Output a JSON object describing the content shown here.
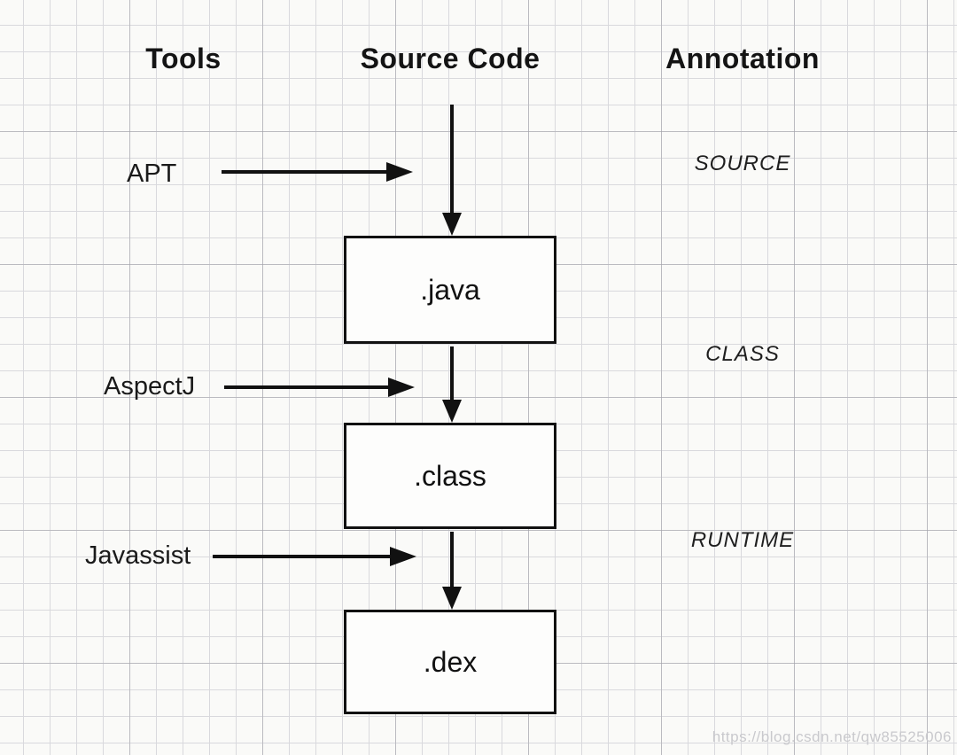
{
  "diagram": {
    "headers": [
      {
        "label": "Tools"
      },
      {
        "label": "Source Code"
      },
      {
        "label": "Annotation"
      }
    ],
    "tools": [
      {
        "label": "APT"
      },
      {
        "label": "AspectJ"
      },
      {
        "label": "Javassist"
      }
    ],
    "stages": [
      {
        "label": ".java"
      },
      {
        "label": ".class"
      },
      {
        "label": ".dex"
      }
    ],
    "annotations": [
      {
        "label": "SOURCE"
      },
      {
        "label": "CLASS"
      },
      {
        "label": "RUNTIME"
      }
    ],
    "watermark": "https://blog.csdn.net/qw85525006",
    "colors": {
      "stroke": "#111111",
      "paper": "#fafaf8",
      "grid_minor": "#d9d9dd",
      "grid_major": "#9696a0",
      "watermark": "#c9c9cd"
    }
  }
}
